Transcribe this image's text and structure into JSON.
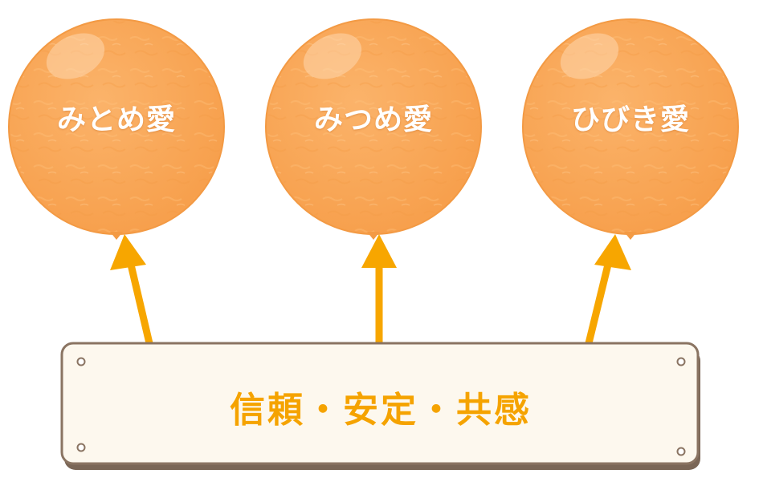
{
  "balloons": [
    {
      "label": "みとめ愛"
    },
    {
      "label": "みつめ愛"
    },
    {
      "label": "ひびき愛"
    }
  ],
  "board": {
    "label": "信頼・安定・共感"
  },
  "colors": {
    "balloon_fill": "#f9a857",
    "balloon_edge": "#f39a44",
    "arrow": "#f7a600",
    "board_fill": "#fdf8ee",
    "board_border": "#8a7462",
    "board_text": "#f5a300"
  },
  "icons": [
    "balloon",
    "arrow-up",
    "signboard",
    "screw"
  ]
}
